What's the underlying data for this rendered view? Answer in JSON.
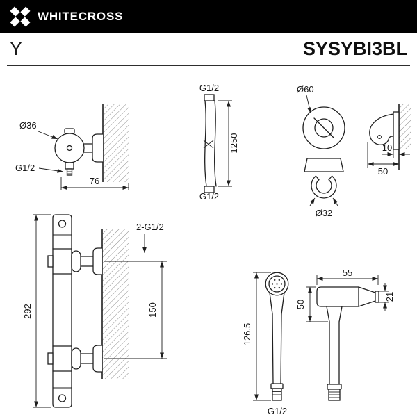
{
  "header": {
    "brand": "WHITECROSS"
  },
  "product": {
    "series": "Y",
    "model": "SYSYBI3BL"
  },
  "colors": {
    "header_bg": "#000000",
    "header_fg": "#ffffff",
    "line": "#1f1f1f",
    "page_bg": "#ffffff"
  },
  "drawings": {
    "wall_outlet_elbow": {
      "diameter_label": "Ø36",
      "thread_label": "G1/2",
      "depth_label": "76"
    },
    "shower_hose": {
      "thread_top_label": "G1/2",
      "length_label": "1250",
      "thread_bottom_label": "G1/2"
    },
    "escutcheon": {
      "diameter_label": "Ø60"
    },
    "shower_holder": {
      "flange_depth_label": "10",
      "depth_label": "50",
      "ring_diameter_label": "Ø32"
    },
    "thermostat_bar": {
      "connections_label": "2-G1/2",
      "port_spacing_label": "150",
      "height_label": "292"
    },
    "hand_shower": {
      "height_label": "126.5",
      "head_width_label": "55",
      "head_height_label": "50",
      "nozzle_label": "21",
      "thread_label": "G1/2"
    }
  }
}
